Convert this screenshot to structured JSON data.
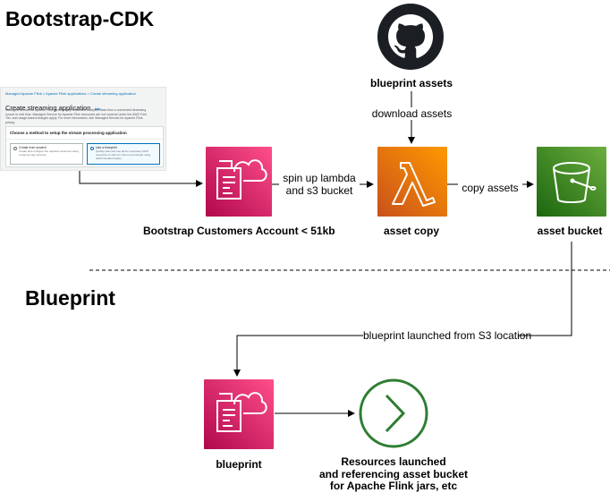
{
  "sections": {
    "bootstrap": "Bootstrap-CDK",
    "blueprint": "Blueprint"
  },
  "nodes": {
    "github": {
      "label": "blueprint assets",
      "icon": "github-icon"
    },
    "bootstrap_stack": {
      "label": "Bootstrap Customers Account < 51kb",
      "icon": "cloudformation-icon"
    },
    "asset_copy": {
      "label": "asset copy",
      "icon": "lambda-icon"
    },
    "asset_bucket": {
      "label": "asset bucket",
      "icon": "s3-bucket-icon"
    },
    "blueprint_stack": {
      "label": "blueprint",
      "icon": "cloudformation-icon"
    },
    "resources": {
      "label_line1": "Resources launched",
      "label_line2": "and referencing asset bucket",
      "label_line3": "for Apache Flink jars, etc",
      "icon": "chevron-circle-icon"
    }
  },
  "edges": {
    "download": "download assets",
    "spin_line1": "spin up lambda",
    "spin_line2": "and s3 bucket",
    "copy": "copy assets",
    "launched": "blueprint launched from S3 location"
  },
  "console": {
    "breadcrumb": "Managed Apache Flink  >  Apache Flink applications  >  Create streaming application",
    "title": "Create streaming application",
    "info": "Info",
    "description": "Managed Service for Apache Flink continuously reads and analyzes data from a connected streaming source in real time. Managed Service for Apache Flink resources are not covered under the AWS Free Tier, and usage-based charges apply. For more information, see Managed Service for Apache Flink pricing",
    "panel_title": "Choose a method to setup the stream processing application",
    "option1_title": "Create from scratch",
    "option1_text": "Create and configure the required resources using a step-by-step process.",
    "option2_title": "Use a blueprint",
    "option2_text": "Quickly start and use all the necessary AWS resources to start an end-to-end sample using AWS CloudFormation."
  },
  "colors": {
    "cloudformation": "#e7157b",
    "lambda": "#ed7100",
    "s3": "#3f8624",
    "resources_green": "#2e7d32",
    "github": "#1b1f23"
  }
}
